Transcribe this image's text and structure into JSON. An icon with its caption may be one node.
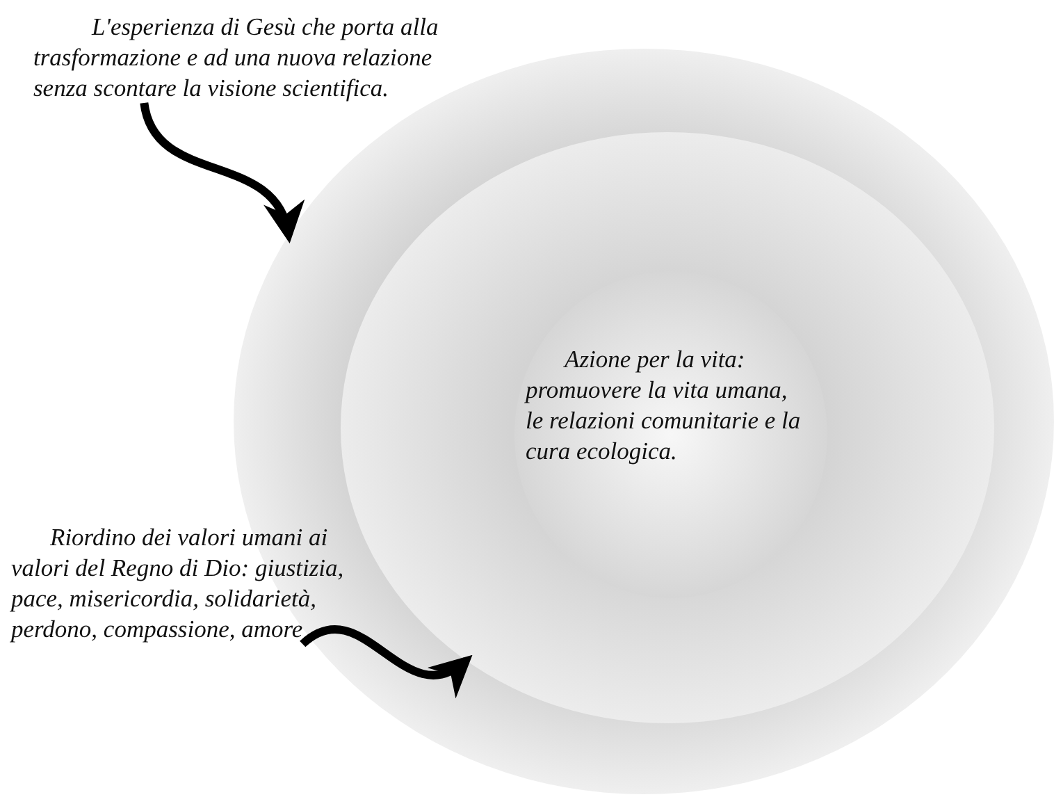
{
  "diagram": {
    "nodes": [
      {
        "text": [
          "L'esperienza di Gesù che porta alla trasformazione e ad una nuova relazione senza scontare la visione scientifica."
        ]
      },
      {
        "text": [],
        "shape": "circle"
      },
      {
        "text": [],
        "shape": "circle",
        "in": 1
      },
      {
        "text": [
          "Azione per la vita: promuovere la vita umana, le relazioni comunitarie e la cura ecologica."
        ],
        "in": 2
      },
      {
        "text": [
          "Riordino dei valori umani ai valori del Regno di Dio: giustizia, pace, misericordia, solidarietà, perdono, compassione, amore"
        ]
      }
    ],
    "edges": [
      {
        "from": 0,
        "to": 1,
        "arrow": "to"
      },
      {
        "from": 4,
        "to": 2,
        "arrow": "to"
      }
    ]
  }
}
